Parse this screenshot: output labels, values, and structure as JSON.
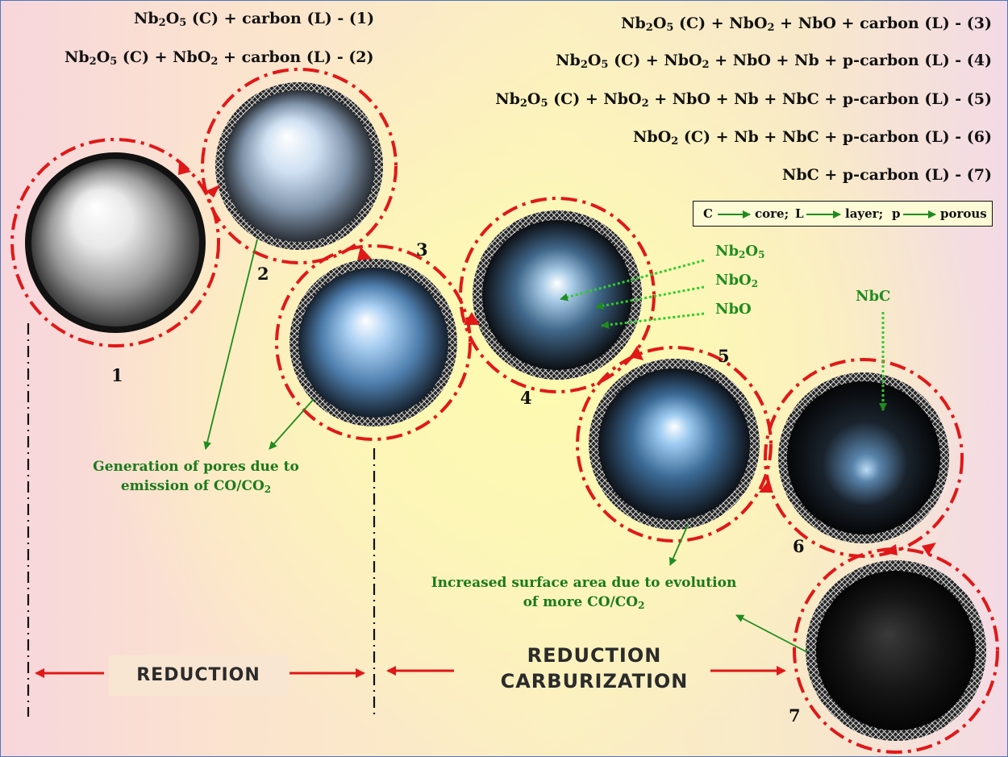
{
  "equations": {
    "eq1": {
      "parts": [
        "Nb",
        "2",
        "O",
        "5",
        " (C) + carbon  (L)  -  (1)"
      ]
    },
    "eq2": {
      "parts": [
        "Nb",
        "2",
        "O",
        "5",
        " (C) + NbO",
        "2",
        " + carbon  (L)  -  (2)"
      ]
    },
    "eq3": {
      "parts": [
        "Nb",
        "2",
        "O",
        "5",
        " (C) + NbO",
        "2",
        " + NbO + carbon  (L)  -  (3)"
      ]
    },
    "eq4": {
      "parts": [
        "Nb",
        "2",
        "O",
        "5",
        " (C) + NbO",
        "2",
        " + NbO + Nb + p-carbon  (L)  -  (4)"
      ]
    },
    "eq5": {
      "parts": [
        "Nb",
        "2",
        "O",
        "5",
        " (C) + NbO",
        "2",
        " + NbO + Nb + NbC + p-carbon  (L)  -  (5)"
      ]
    },
    "eq6": {
      "parts": [
        "NbO",
        "2",
        " (C) + Nb + NbC + p-carbon  (L)  -  (6)"
      ]
    },
    "eq7": {
      "parts": [
        "NbC + p-carbon  (L)  -  (7)"
      ]
    }
  },
  "legend": {
    "c": "C",
    "core": "core;",
    "l": "L",
    "layer": "layer;",
    "p": "p",
    "porous": "porous"
  },
  "particle_labels": [
    "1",
    "2",
    "3",
    "4",
    "5",
    "6",
    "7"
  ],
  "species": {
    "nb2o5": {
      "parts": [
        "Nb",
        "2",
        "O",
        "5"
      ]
    },
    "nbo2": {
      "parts": [
        "NbO",
        "2"
      ]
    },
    "nbo": "NbO",
    "nbc": "NbC"
  },
  "notes": {
    "pores": {
      "line1": "Generation of pores due to",
      "line2a": "emission of CO/CO",
      "line2sub": "2"
    },
    "surface": {
      "line1": "Increased surface area due to evolution",
      "line2a": "of more CO/CO",
      "line2sub": "2"
    }
  },
  "stages": {
    "reduction": "REDUCTION",
    "reduction_carburization_1": "REDUCTION",
    "reduction_carburization_2": "CARBURIZATION"
  },
  "colors": {
    "cycle_dashes": "#e01818",
    "arrows": "#e01818",
    "annotation_green": "#1f8c1f",
    "background_center": "#fdfab0",
    "background_edge": "#f7d6dc"
  },
  "icons": {
    "particle_shell": "porous-carbon-layer",
    "reaction_arrow": "red-arrow-icon",
    "pointer_arrow": "green-arrow-icon"
  }
}
